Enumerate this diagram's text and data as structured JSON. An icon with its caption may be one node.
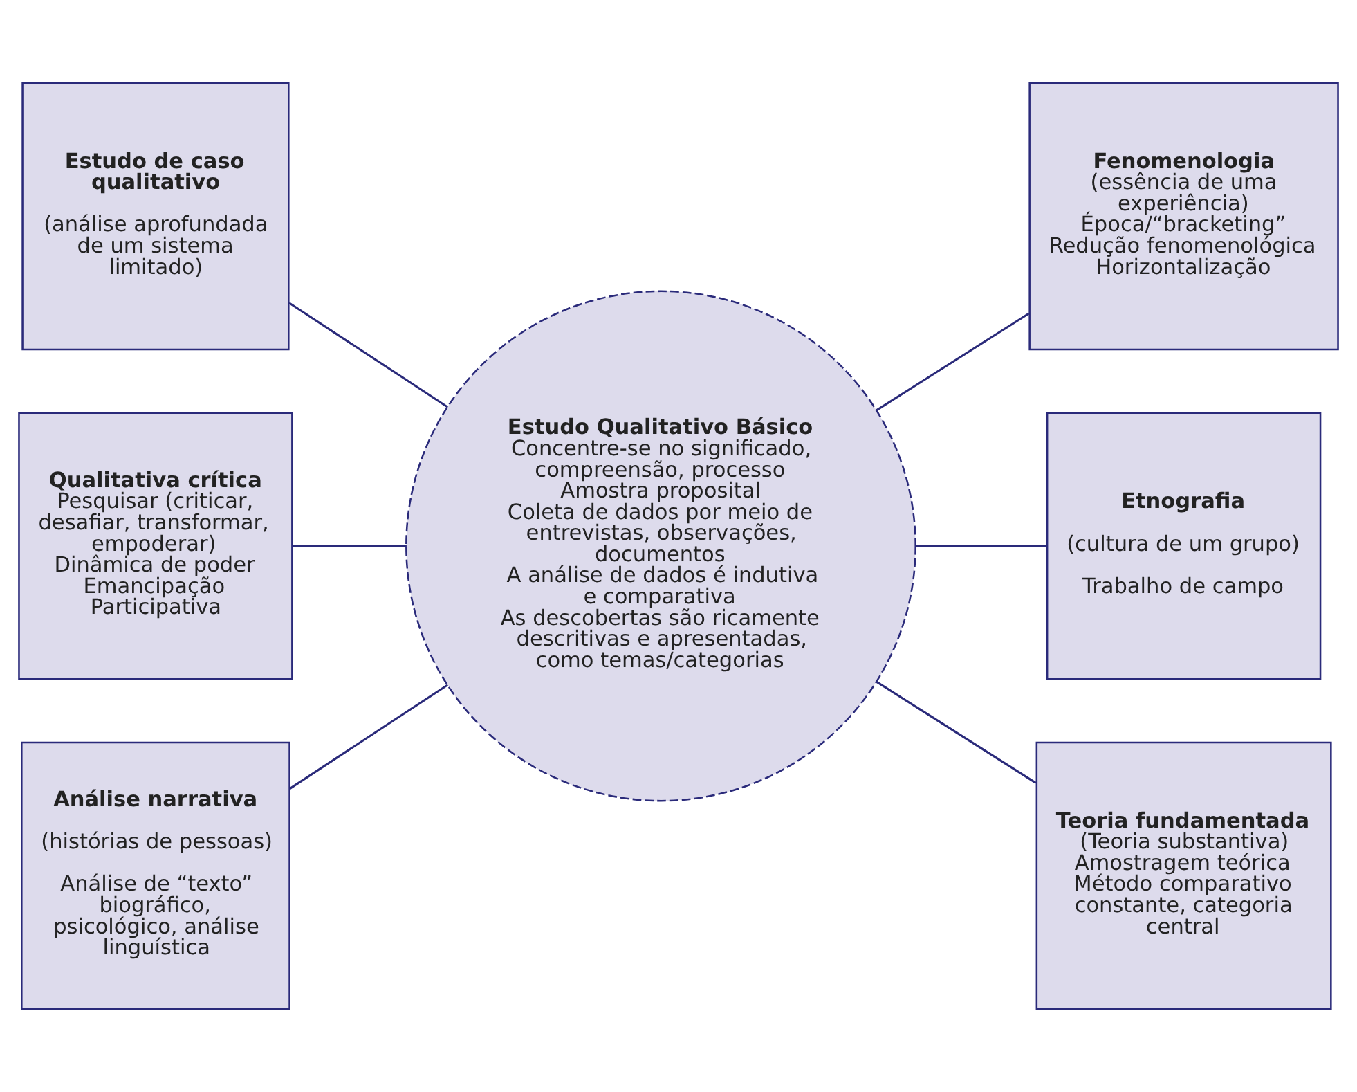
{
  "diagram": {
    "nodes": [
      {
        "text": [
          "Estudo Qualitativo Básico",
          "Concentre-se no significado, compreensão, processo",
          "Amostra proposital",
          "Coleta de dados por meio de entrevistas, observações, documentos",
          "A análise de dados é indutiva e comparativa",
          "As descobertas são ricamente descritivas e apresentadas, como temas/categorias"
        ]
      },
      {
        "text": [
          "Estudo de caso qualitativo",
          "(análise aprofundada de um sistema limitado)"
        ]
      },
      {
        "text": [
          "Fenomenologia",
          "(essência de uma experiência)",
          "Época/“bracketing”",
          "Redução fenomenológica",
          "Horizontalização"
        ]
      },
      {
        "text": [
          "Qualitativa crítica",
          "Pesquisar (criticar, desafiar, transformar, empoderar)",
          "Dinâmica de poder",
          "Emancipação",
          "Participativa"
        ]
      },
      {
        "text": [
          "Etnografia",
          "(cultura de um grupo)",
          "Trabalho de campo"
        ]
      },
      {
        "text": [
          "Análise narrativa",
          "(histórias de pessoas)",
          "Análise de “texto” biográfico, psicológico, análise linguística"
        ]
      },
      {
        "text": [
          "Teoria fundamentada",
          "(Teoria substantiva)",
          "Amostragem teórica",
          "Método comparativo constante, categoria central"
        ]
      }
    ],
    "edges": [
      {
        "from": 0,
        "to": 1,
        "arrow": "none"
      },
      {
        "from": 0,
        "to": 2,
        "arrow": "none"
      },
      {
        "from": 0,
        "to": 3,
        "arrow": "none"
      },
      {
        "from": 0,
        "to": 4,
        "arrow": "none"
      },
      {
        "from": 0,
        "to": 5,
        "arrow": "none"
      },
      {
        "from": 0,
        "to": 6,
        "arrow": "none"
      }
    ]
  }
}
